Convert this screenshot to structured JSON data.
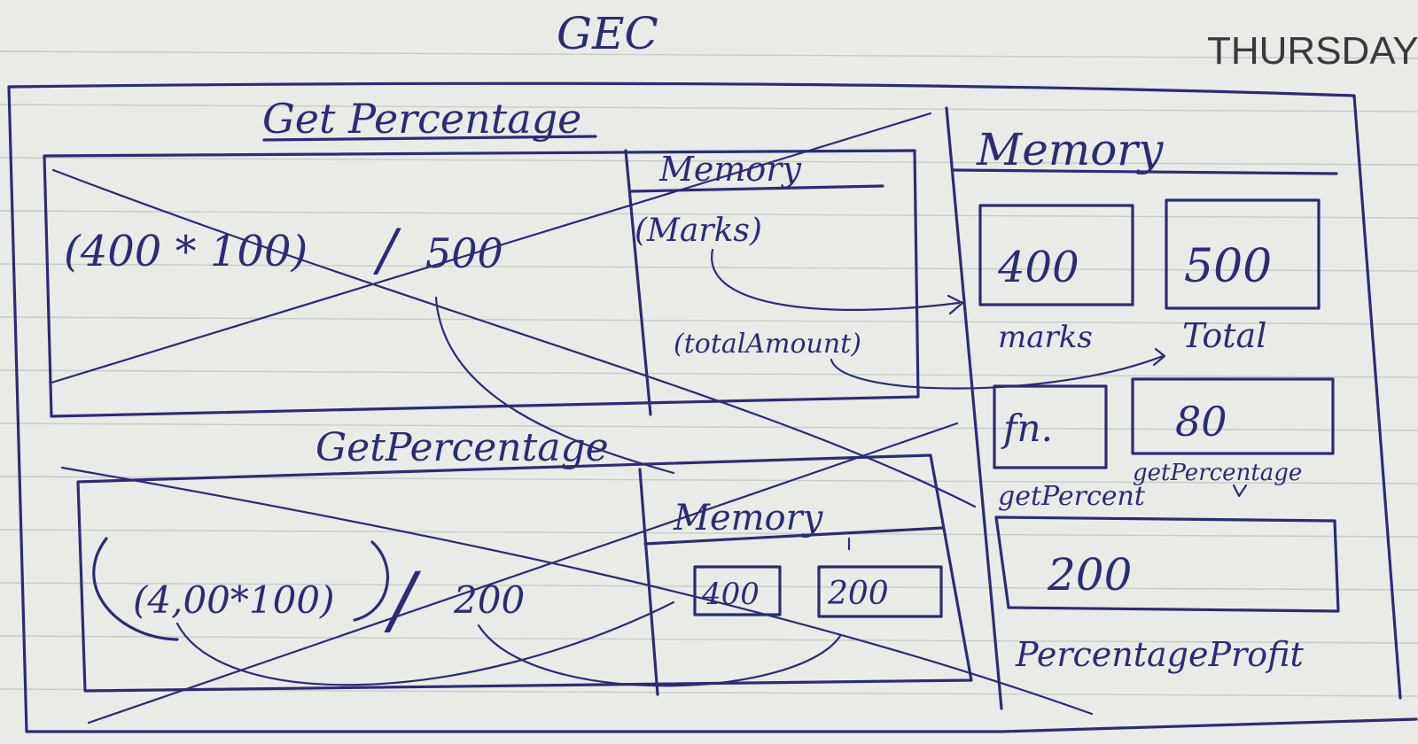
{
  "page": {
    "heading": "GEC",
    "day": "THURSDAY"
  },
  "gec": {
    "memory_title": "Memory",
    "cells": [
      {
        "value": "400",
        "label": "marks"
      },
      {
        "value": "500",
        "label": "Total"
      },
      {
        "value": "fn.",
        "label": "getPercent"
      },
      {
        "value": "80",
        "label": "getPercentage"
      },
      {
        "value": "200",
        "label": "PercentageProfit"
      }
    ]
  },
  "context_1": {
    "title": "Get Percentage",
    "expression_left": "(400 * 100)",
    "expression_op": "/",
    "expression_right": "500",
    "memory_title": "Memory",
    "params": [
      "(Marks)",
      "(totalAmount)"
    ]
  },
  "context_2": {
    "title": "GetPercentage",
    "expression_left": "(4,00*100)",
    "expression_op": "/",
    "expression_right": "200",
    "memory_title": "Memory",
    "cells": [
      "400",
      "200"
    ]
  },
  "colors": {
    "ink": "#2e2a78",
    "paper": "#e9ebe7",
    "rule_lines": "#c5cec8",
    "print": "#3a3a3a"
  }
}
